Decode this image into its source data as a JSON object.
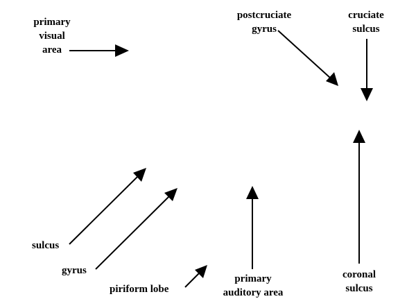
{
  "labels": {
    "primary_visual_area": [
      "primary",
      "visual",
      "area"
    ],
    "postcruciate_gyrus": [
      "postcruciate",
      "gyrus"
    ],
    "cruciate_sulcus": [
      "cruciate",
      "sulcus"
    ],
    "sulcus": "sulcus",
    "gyrus": "gyrus",
    "piriform_lobe": "piriform lobe",
    "primary_auditory_area": [
      "primary",
      "auditory area"
    ],
    "coronal_sulcus": [
      "coronal",
      "sulcus"
    ]
  },
  "colors": {
    "arrow": "#000000",
    "text": "#000000",
    "background": "#ffffff"
  }
}
